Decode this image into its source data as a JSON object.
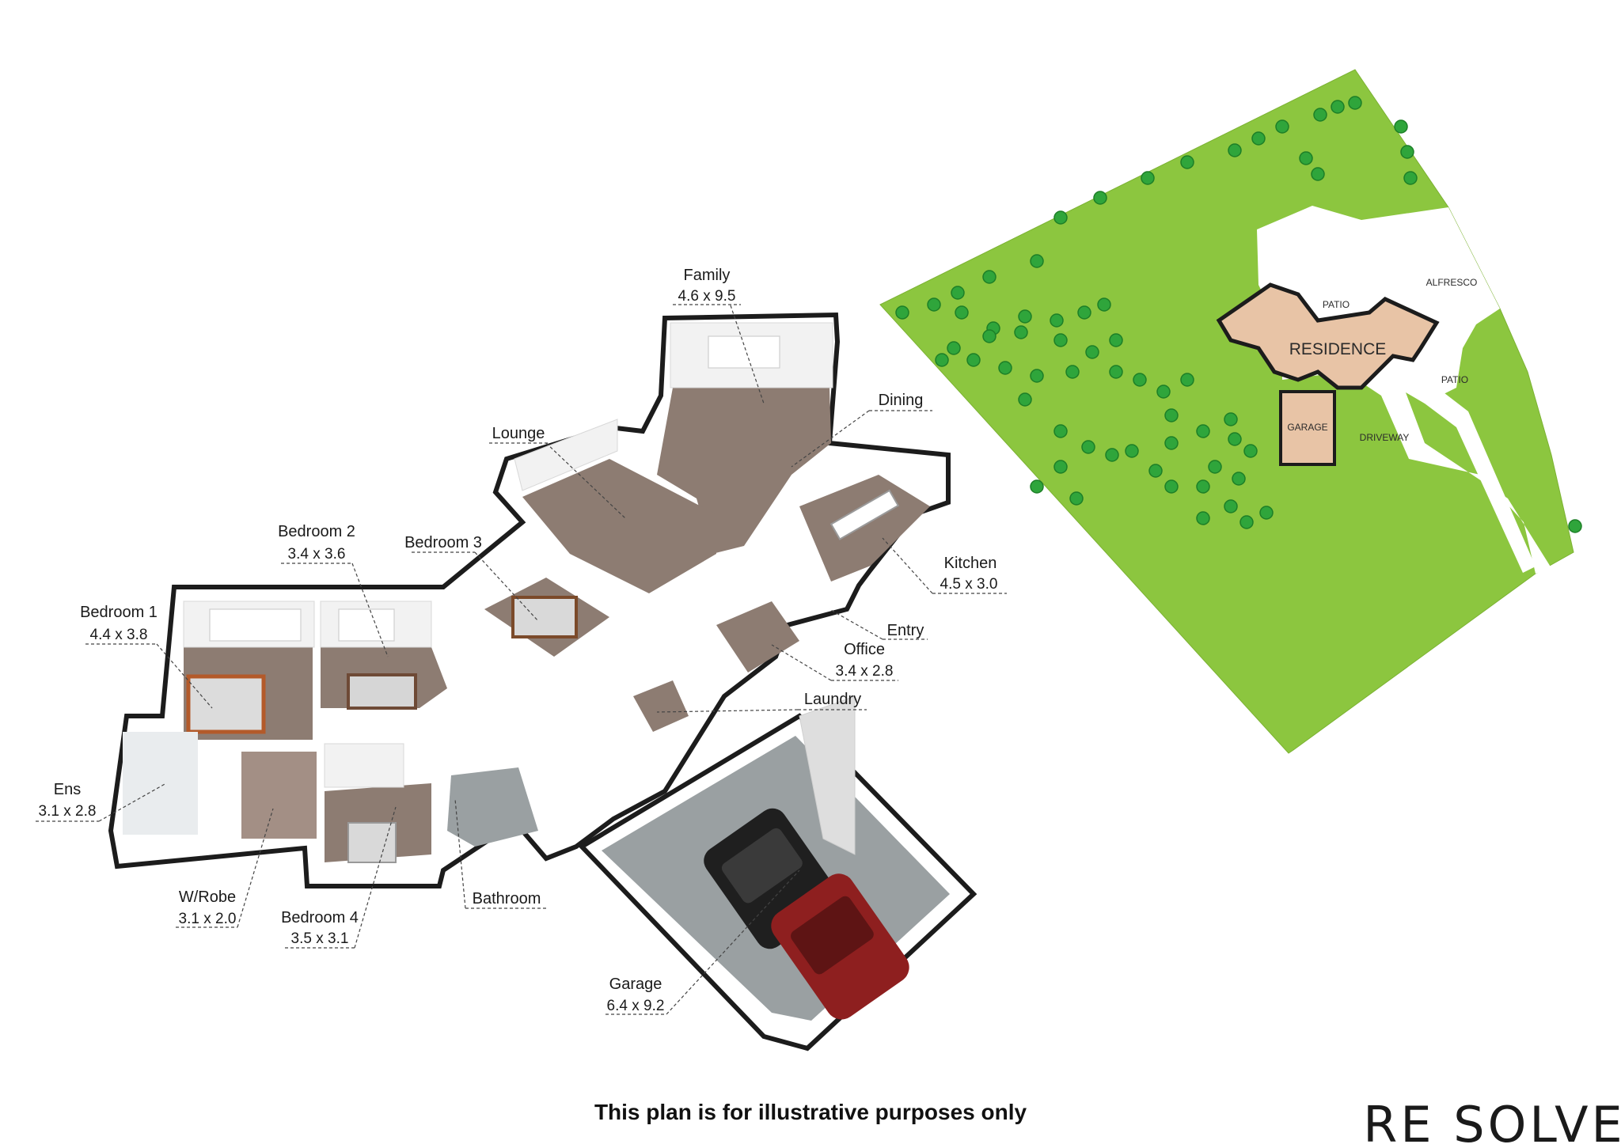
{
  "rooms": [
    {
      "name": "Family",
      "dim": "4.6 x 9.5"
    },
    {
      "name": "Dining",
      "dim": ""
    },
    {
      "name": "Lounge",
      "dim": ""
    },
    {
      "name": "Kitchen",
      "dim": "4.5 x 3.0"
    },
    {
      "name": "Bedroom 2",
      "dim": "3.4 x 3.6"
    },
    {
      "name": "Bedroom 3",
      "dim": ""
    },
    {
      "name": "Bedroom 1",
      "dim": "4.4 x 3.8"
    },
    {
      "name": "Entry",
      "dim": ""
    },
    {
      "name": "Office",
      "dim": "3.4 x 2.8"
    },
    {
      "name": "Laundry",
      "dim": ""
    },
    {
      "name": "Ens",
      "dim": "3.1 x 2.8"
    },
    {
      "name": "W/Robe",
      "dim": "3.1 x 2.0"
    },
    {
      "name": "Bedroom 4",
      "dim": "3.5 x 3.1"
    },
    {
      "name": "Bathroom",
      "dim": ""
    },
    {
      "name": "Garage",
      "dim": "6.4 x 9.2"
    }
  ],
  "site_plan": {
    "residence": "RESIDENCE",
    "garage": "GARAGE",
    "patio_top": "PATIO",
    "patio_right": "PATIO",
    "alfresco": "ALFRESCO",
    "driveway": "DRIVEWAY",
    "colors": {
      "lawn": "#8cc63f",
      "building": "#e8c4a6",
      "outline": "#1c1c1c"
    }
  },
  "footer": {
    "disclaimer": "This plan is for illustrative purposes only"
  },
  "logo": {
    "text": "RE SOLVE"
  }
}
